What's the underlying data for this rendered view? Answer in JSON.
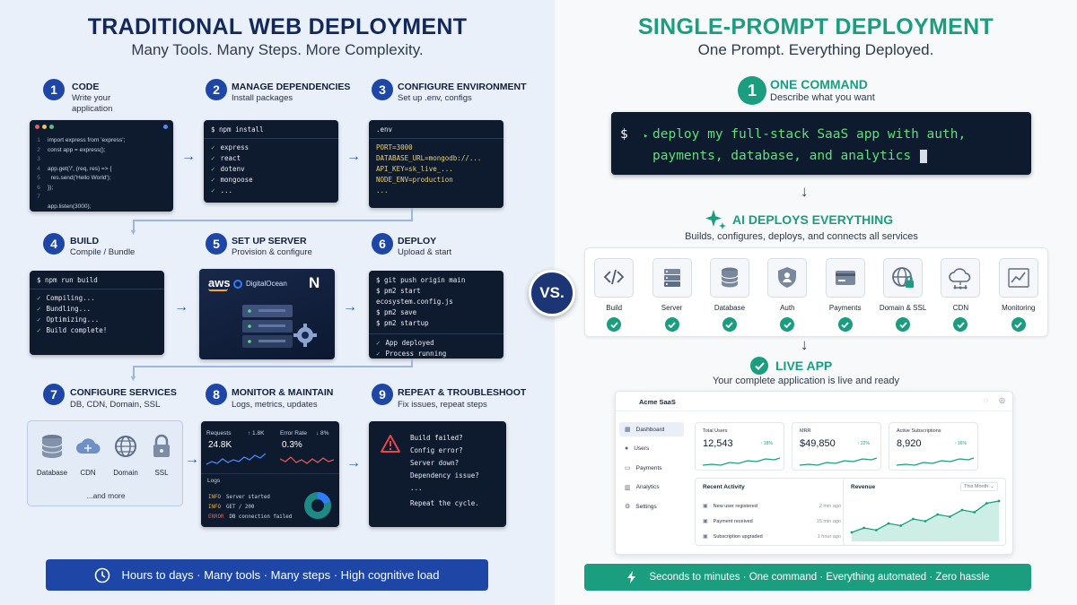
{
  "left": {
    "title": "TRADITIONAL WEB DEPLOYMENT",
    "subtitle": "Many Tools. Many Steps. More Complexity.",
    "steps": [
      {
        "num": "1",
        "title": "CODE",
        "desc": "Write your application"
      },
      {
        "num": "2",
        "title": "MANAGE DEPENDENCIES",
        "desc": "Install packages"
      },
      {
        "num": "3",
        "title": "CONFIGURE ENVIRONMENT",
        "desc": "Set up .env, configs"
      },
      {
        "num": "4",
        "title": "BUILD",
        "desc": "Compile / Bundle"
      },
      {
        "num": "5",
        "title": "SET UP SERVER",
        "desc": "Provision & configure"
      },
      {
        "num": "6",
        "title": "DEPLOY",
        "desc": "Upload & start"
      },
      {
        "num": "7",
        "title": "CONFIGURE SERVICES",
        "desc": "DB, CDN, Domain, SSL"
      },
      {
        "num": "8",
        "title": "MONITOR & MAINTAIN",
        "desc": "Logs, metrics, updates"
      },
      {
        "num": "9",
        "title": "REPEAT & TROUBLESHOOT",
        "desc": "Fix issues, repeat steps"
      }
    ],
    "code_lines": [
      "import express from 'express';",
      "const app = express();",
      "",
      "app.get('/', (req, res) => {",
      "  res.send('Hello World');",
      "});",
      "",
      "app.listen(3000);"
    ],
    "code_line_numbers": [
      "1",
      "2",
      "3",
      "4",
      "5",
      "6",
      "7"
    ],
    "npm_cmd": "$ npm install",
    "npm_packages": [
      "express",
      "react",
      "dotenv",
      "mongoose",
      "..."
    ],
    "env_title": ".env",
    "env_lines": [
      "PORT=3000",
      "DATABASE_URL=mongodb://...",
      "API_KEY=sk_live_...",
      "NODE_ENV=production",
      "..."
    ],
    "build_cmd": "$ npm run build",
    "build_lines": [
      "Compiling...",
      "Bundling...",
      "Optimizing...",
      "Build complete!"
    ],
    "server_logos": {
      "aws": "aws",
      "do": "DigitalOcean",
      "n": "N"
    },
    "deploy_cmds": [
      "$ git push origin main",
      "$ pm2 start ecosystem.config.js",
      "$ pm2 save",
      "$ pm2 startup"
    ],
    "deploy_ok": [
      "App deployed",
      "Process running"
    ],
    "services": [
      "Database",
      "CDN",
      "Domain",
      "SSL"
    ],
    "services_more": "...and more",
    "monitor": {
      "requests_label": "Requests",
      "requests_value": "24.8K",
      "requests_delta": "↑ 1.8K",
      "error_label": "Error Rate",
      "error_value": "0.3%",
      "error_delta": "↓ 8%",
      "logs_title": "Logs",
      "logs": [
        {
          "level": "INFO",
          "msg": "Server started"
        },
        {
          "level": "INFO",
          "msg": "GET / 200"
        },
        {
          "level": "ERROR",
          "msg": "DB connection failed"
        }
      ]
    },
    "troubleshoot_lines": [
      "Build failed?",
      "Config error?",
      "Server down?",
      "Dependency issue?",
      "...",
      "Repeat the cycle."
    ],
    "footer": "Hours to days · Many tools · Many steps · High cognitive load"
  },
  "vs": "VS.",
  "right": {
    "title": "SINGLE-PROMPT DEPLOYMENT",
    "subtitle": "One Prompt. Everything Deployed.",
    "step1_num": "1",
    "step1_title": "ONE COMMAND",
    "step1_desc": "Describe what you want",
    "prompt_symbol": "$",
    "prompt_line1": "deploy my full-stack SaaS app with auth,",
    "prompt_line2": "payments, database, and analytics",
    "ai_title": "AI DEPLOYS EVERYTHING",
    "ai_desc": "Builds, configures, deploys, and connects all services",
    "services": [
      "Build",
      "Server",
      "Database",
      "Auth",
      "Payments",
      "Domain & SSL",
      "CDN",
      "Monitoring"
    ],
    "live_title": "LIVE APP",
    "live_desc": "Your complete application is live and ready",
    "dashboard": {
      "brand": "Acme SaaS",
      "nav": [
        "Dashboard",
        "Users",
        "Payments",
        "Analytics",
        "Settings"
      ],
      "stats": [
        {
          "label": "Total Users",
          "value": "12,543",
          "delta": "↑ 18%"
        },
        {
          "label": "MRR",
          "value": "$49,850",
          "delta": "↑ 22%"
        },
        {
          "label": "Active Subscriptions",
          "value": "8,920",
          "delta": "↑ 16%"
        }
      ],
      "activity_title": "Recent Activity",
      "activity": [
        {
          "text": "New user registered",
          "time": "2 min ago"
        },
        {
          "text": "Payment received",
          "time": "15 min ago"
        },
        {
          "text": "Subscription upgraded",
          "time": "1 hour ago"
        }
      ],
      "revenue_title": "Revenue",
      "revenue_period": "This Month",
      "revenue_points": [
        2,
        3,
        2.5,
        4,
        3.5,
        5,
        4.5,
        6,
        5.5,
        7,
        6.5,
        8.5,
        9
      ]
    },
    "footer": "Seconds to minutes · One command · Everything automated · Zero hassle"
  },
  "colors": {
    "left_accent": "#1d46a6",
    "right_accent": "#1a9e7f"
  }
}
